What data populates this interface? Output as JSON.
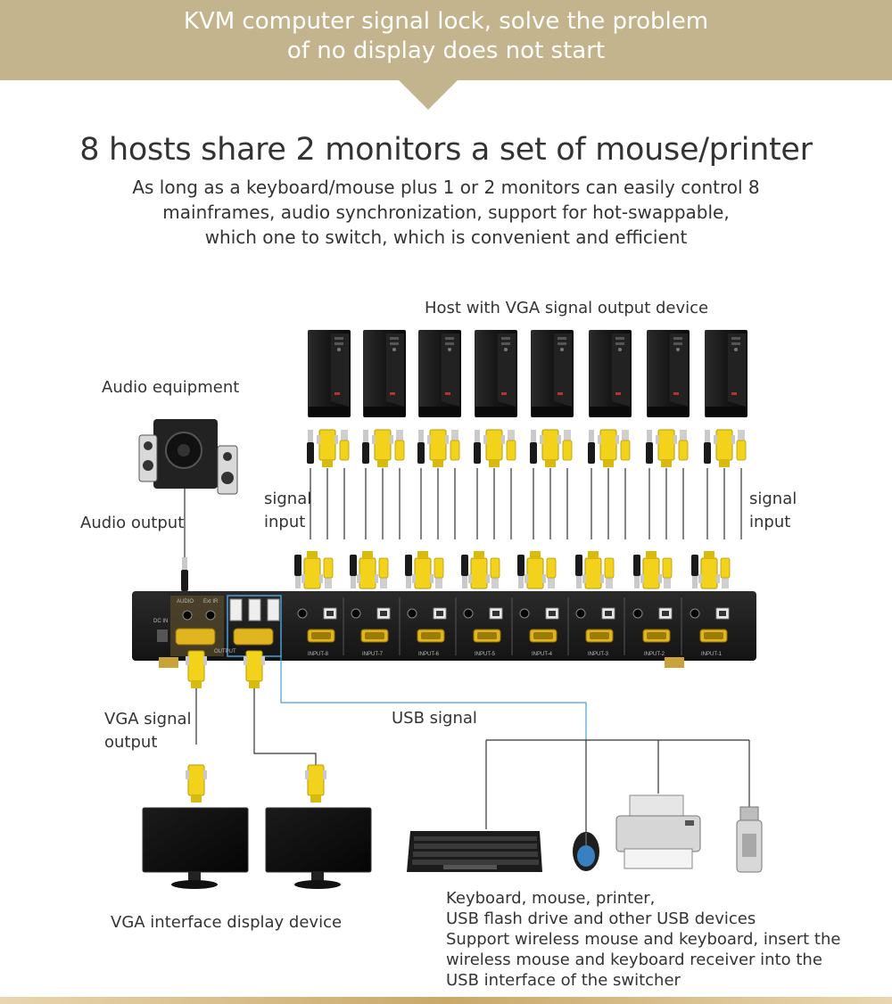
{
  "banner": {
    "line1": "KVM computer signal lock, solve the problem",
    "line2": "of no display does not start"
  },
  "headline": "8 hosts share 2 monitors a set of mouse/printer",
  "subtitle": {
    "line1": "As long as a keyboard/mouse plus 1 or 2 monitors can easily control 8",
    "line2": "mainframes, audio synchronization, support for hot-swappable,",
    "line3": "which one to switch, which is convenient and efficient"
  },
  "labels": {
    "hosts": "Host with VGA signal output device",
    "audio_equipment": "Audio equipment",
    "audio_output": "Audio output",
    "signal_input_left_1": "signal",
    "signal_input_left_2": "input",
    "signal_input_right_1": "signal",
    "signal_input_right_2": "input",
    "vga_output_1": "VGA signal",
    "vga_output_2": "output",
    "usb_signal": "USB signal",
    "display_device": "VGA interface display device",
    "usb_devices": [
      "Keyboard, mouse, printer,",
      "USB flash drive and other USB devices",
      "Support wireless mouse and keyboard, insert the",
      "wireless mouse and keyboard receiver into the",
      "USB interface of the switcher"
    ]
  },
  "switch_panel": {
    "dc_label": "DC IN",
    "audio_label": "AUDIO",
    "ext_label": "Ext IR",
    "output_label": "OUTPUT",
    "port_audio": "AUDIO",
    "port_usb": "USB",
    "inputs": [
      "INPUT-8",
      "INPUT-7",
      "INPUT-6",
      "INPUT-5",
      "INPUT-4",
      "INPUT-3",
      "INPUT-2",
      "INPUT-1"
    ]
  },
  "colors": {
    "banner": "#c4b48e",
    "cable_yellow": "#f2d21a",
    "panel": "#1d1d1d",
    "usb_line": "#4a9fd6"
  }
}
